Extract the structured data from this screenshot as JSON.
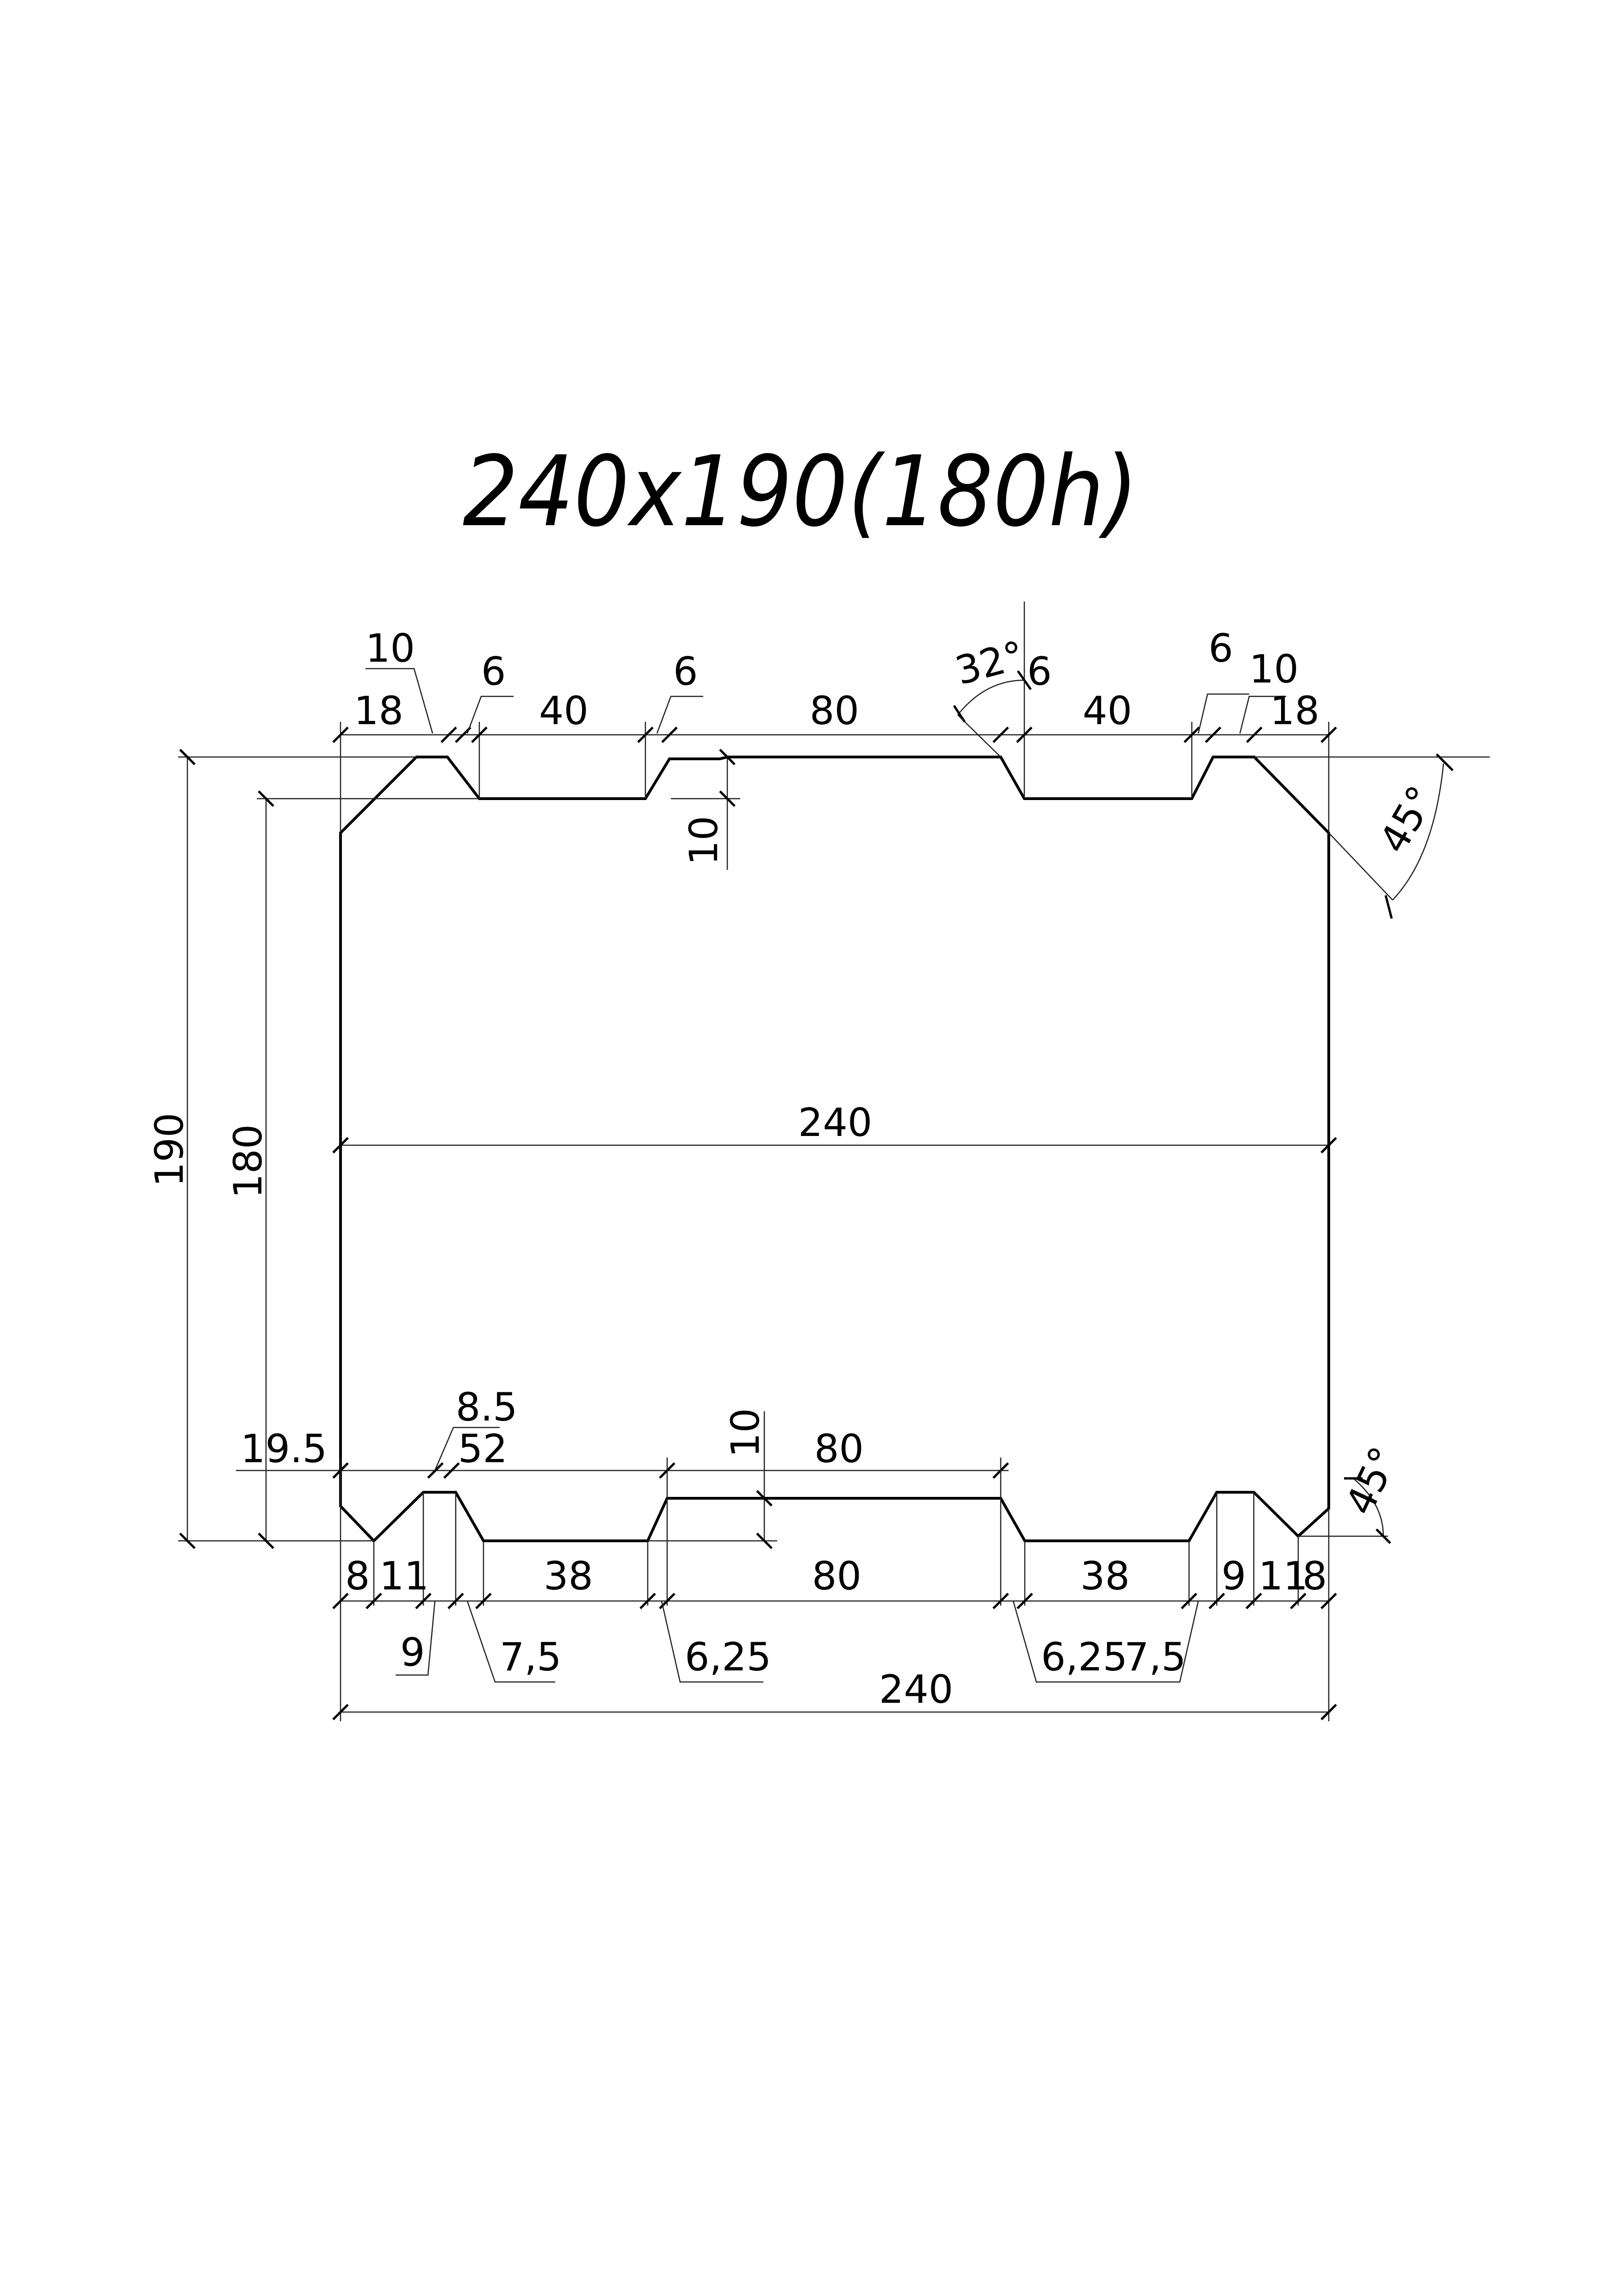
{
  "title": "240x190(180h)",
  "dims": {
    "top_10a": "10",
    "top_18a": "18",
    "top_6a": "6",
    "top_40a": "40",
    "top_6b": "6",
    "top_80": "80",
    "top_32deg": "32°",
    "top_6c": "6",
    "top_40b": "40",
    "top_6d": "6",
    "top_10b": "10",
    "top_18b": "18",
    "top_10_vert": "10",
    "right_45_top": "45°",
    "h_190": "190",
    "h_180": "180",
    "mid_240": "240",
    "bot_8_5": "8.5",
    "bot_19_5": "19.5",
    "bot_52": "52",
    "bot_10_vert": "10",
    "bot_80_upper": "80",
    "right_45_bottom": "45°",
    "b_8a": "8",
    "b_11a": "11",
    "b_38a": "38",
    "b_80": "80",
    "b_38b": "38",
    "b_9b": "9",
    "b_11b": "11",
    "b_8b": "8",
    "b_9a": "9",
    "b_7_5a": "7,5",
    "b_6_25a": "6,25",
    "b_6_25b": "6,25",
    "b_7_5b": "7,5",
    "overall_240": "240"
  }
}
